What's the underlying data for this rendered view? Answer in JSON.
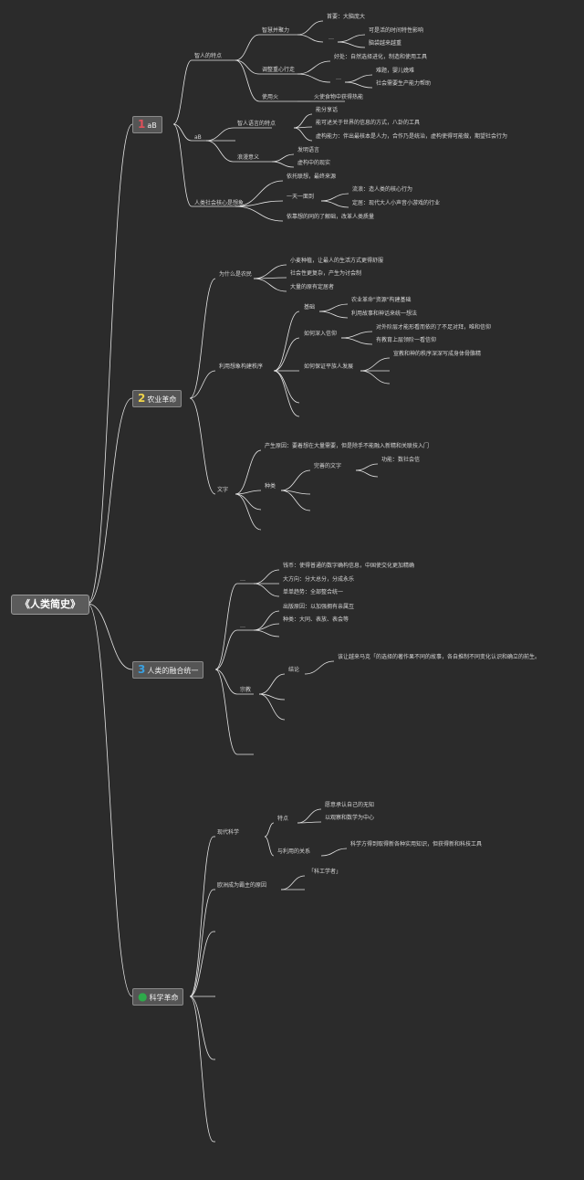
{
  "root": {
    "label": "《人类简史》"
  },
  "branches": [
    {
      "num": "1",
      "num_color": "#e0505a",
      "label": "aB"
    },
    {
      "num": "2",
      "num_color": "#f0d44a",
      "label": "农业革命"
    },
    {
      "num": "3",
      "num_color": "#3aa0e0",
      "label": "人类的融合统一"
    },
    {
      "num": "●",
      "num_color": "#2eaa4a",
      "label": "科学革命"
    }
  ],
  "texts": {
    "t1": "智人的特点",
    "t1a": "智慧并聚力",
    "t1a1": "首要：大脑庞大",
    "t1a2": "…",
    "t1a2a": "可是活的时间特性影响",
    "t1a2b": "脑袋越来越重",
    "t1b": "调整重心行走",
    "t1b1": "好处：自然选择进化，制造和使用工具",
    "t1b2": "…",
    "t1b2a": "难题，婴儿娩难",
    "t1b2b": "社会需要生产能力帮助",
    "t1c": "使用火",
    "t1c1": "火使食物中获得热能",
    "t2": "aB",
    "t2a": "智人语言的特点",
    "t2a1": "能分享话",
    "t2a2": "能可述关于世界的信息的方式，八卦的工具",
    "t2a3": "虚构能力：伴出最核本是人力，合作乃是统治，虚构使得可能做，期望社会行为",
    "t2b": "浪漫意义",
    "t2b1": "发明语言",
    "t2b2": "虚构中的现实",
    "t3": "人类社会核心是想象",
    "t3a": "依托联想，最终来源",
    "t3b": "一天一面到",
    "t3b1": "流浪：造人类的核心行为",
    "t3b2": "定居：现代大人小声音小游戏的行业",
    "t3c": "依靠想的同的了解础，改革人类质量",
    "t4": "为什么是农民",
    "t4a": "小麦种植，让最人的生活方式更得舒服",
    "t4b": "社会性更复杂，产生为讨会制",
    "t4c": "大量的原有定居者",
    "t5": "利用想象构建秩序",
    "t5a": "基础",
    "t5a1": "农业革命\"资源\"构建基础",
    "t5a2": "利用故事和神话来统一想法",
    "t5b": "如何深入信仰",
    "t5b1": "对外阶层才能形看而依的了不足对拜，唯和信仰",
    "t5b2": "有教育上层领阶一看信仰",
    "t5c": "如何保证平族人发展",
    "t5c1": "宣教和神的秩序深深写成身体骨骼精",
    "t6": "文字",
    "t6a": "产生原因：要着想在大量需要，但是除手不能融入新精和关联技入门",
    "t6b": "种类",
    "t6b1": "完善的文字",
    "t6b1a": "功能：数社会信",
    "t7": "…",
    "t7a": "钱币：使得普通的数字确构信息，中国使交化更加精确",
    "t7b": "大方向：分大总分，分成永乐",
    "t7c": "单单趋势：全部整合统一",
    "t8": "…",
    "t8a": "出版原因：以加强拥有亲属互",
    "t8b": "种类：大同、表放、表会等",
    "t9": "宗教",
    "t9a": "结论",
    "t9a1": "该让越来马克「的选择的著作果不同的故事，各自推制不同变化认识和确立的前生。",
    "t10": "现代科学",
    "t10a": "特点",
    "t10a1": "愿意承认自己的无知",
    "t10a2": "以观察和数学为中心",
    "t10b": "与利用的关系",
    "t10b1": "科学方得到取得新各种实用知识，但获得新和科技工具",
    "t11": "欧洲成为霸主的原因",
    "t11a": "「科工学者」"
  }
}
